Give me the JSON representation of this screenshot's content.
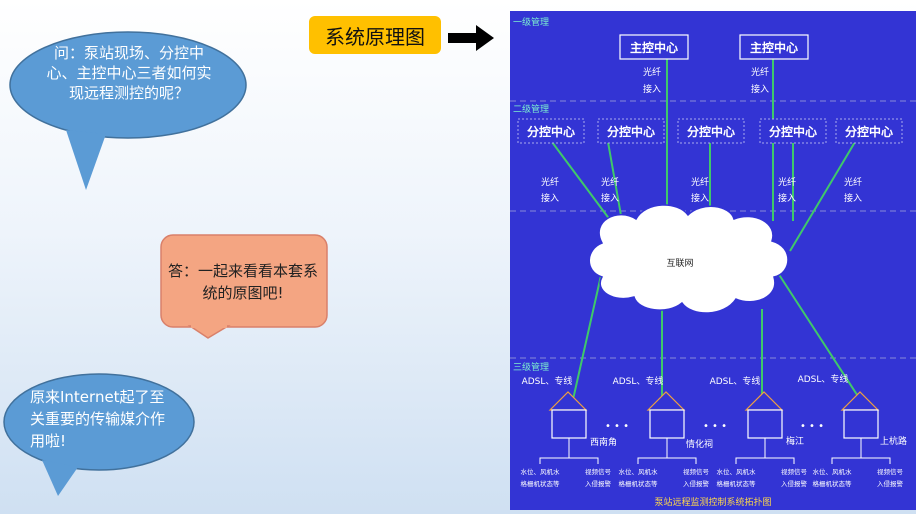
{
  "bubbles": {
    "question": "问：泵站现场、分控中心、主控中心三者如何实现远程测控的呢？",
    "answer": "答：一起来看看本套系统的原图吧!",
    "conclusion": "原来Internet起了至关重要的传输媒介作用啦!"
  },
  "title": "系统原理图",
  "diagram": {
    "level1_label": "一级管理",
    "level2_label": "二级管理",
    "level3_label": "三级管理",
    "main_center": "主控中心",
    "sub_center": "分控中心",
    "fiber_line1": "光纤",
    "fiber_line2": "接入",
    "internet": "互联网",
    "adsl": "ADSL、专线",
    "dots": "• • •",
    "stations": [
      "西南角",
      "情化祠",
      "梅江",
      "上杭路"
    ],
    "equipment_row1": "水位、风机水",
    "equipment_row2": "格栅机状态等",
    "equipment_row3": "视频信号",
    "equipment_row4": "入侵报警",
    "caption": "泵站远程监测控制系统拓扑图"
  }
}
